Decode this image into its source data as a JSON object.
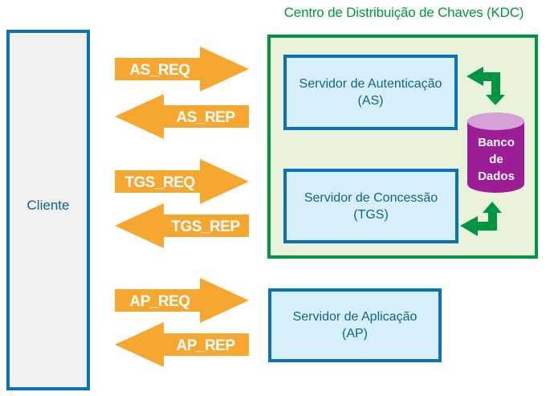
{
  "title": "Centro de Distribuição de Chaves (KDC)",
  "client": {
    "label": "Cliente"
  },
  "kdc": {
    "as_server": {
      "line1": "Servidor de Autenticação",
      "line2": "(AS)"
    },
    "tgs_server": {
      "line1": "Servidor de Concessão",
      "line2": "(TGS)"
    },
    "database": {
      "line1": "Banco",
      "line2": "de",
      "line3": "Dados"
    }
  },
  "ap_server": {
    "line1": "Servidor de Aplicação",
    "line2": "(AP)"
  },
  "arrows": {
    "as_req": "AS_REQ",
    "as_rep": "AS_REP",
    "tgs_req": "TGS_REQ",
    "tgs_rep": "TGS_REP",
    "ap_req": "AP_REQ",
    "ap_rep": "AP_REP"
  },
  "colors": {
    "blue_border": "#0a72b8",
    "box_text": "#0e6590",
    "blue_fill": "#d7f0fb",
    "gray_fill": "#f1f1f1",
    "green": "#009641",
    "green_fill": "#e9f3dc",
    "orange": "#f6a72f",
    "db_body": "#9d1d96",
    "db_top": "#d5a1d6",
    "label_text": "#ffffff"
  }
}
